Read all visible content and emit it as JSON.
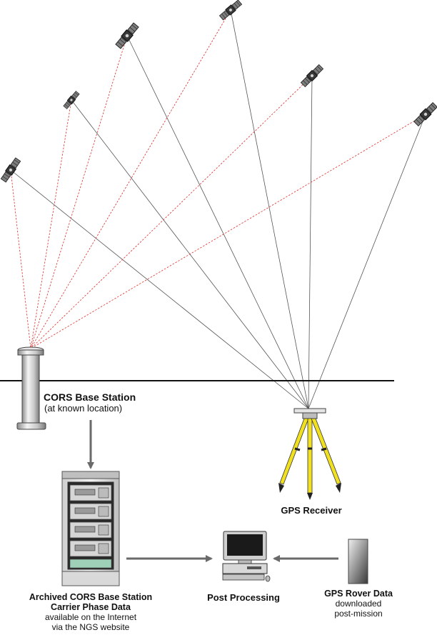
{
  "labels": {
    "cors_station": {
      "title": "CORS Base Station",
      "subtitle": "(at known location)"
    },
    "gps_receiver": "GPS Receiver",
    "archive": {
      "title_line1": "Archived CORS Base Station",
      "title_line2": "Carrier Phase Data",
      "detail_line1": "available on the Internet",
      "detail_line2": "via the NGS website"
    },
    "post_processing": "Post Processing",
    "rover": {
      "title": "GPS Rover Data",
      "detail_line1": "downloaded",
      "detail_line2": "post-mission"
    }
  },
  "colors": {
    "signal_to_cors": "#e0302a",
    "signal_to_receiver": "#555555",
    "ground": "#111111",
    "arrow": "#6a6a6a",
    "tripod_leg": "#f0e020",
    "rack_window": "#9fd0b8"
  },
  "icons": {
    "satellite": "satellite-icon",
    "cors_pillar": "cors-pillar-icon",
    "tripod": "tripod-icon",
    "server_rack": "server-rack-icon",
    "computer": "computer-icon",
    "rover_unit": "rover-unit-icon"
  }
}
